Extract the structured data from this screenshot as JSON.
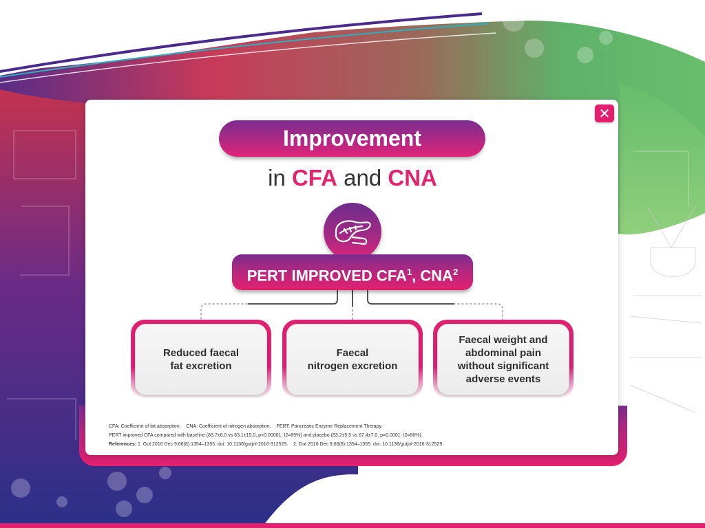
{
  "header": {
    "title": "Improvement",
    "subtitle_prefix": "in ",
    "subtitle_term1": "CFA",
    "subtitle_mid": " and ",
    "subtitle_term2": "CNA"
  },
  "close_button": {
    "label": "✕"
  },
  "main": {
    "icon": "pancreas-icon",
    "banner_text": "PERT IMPROVED CFA",
    "banner_sup1": "1",
    "banner_sep": ", CNA",
    "banner_sup2": "2",
    "outcomes": [
      {
        "line1": "Reduced faecal",
        "line2": "fat excretion"
      },
      {
        "line1": "Faecal",
        "line2": "nitrogen excretion"
      },
      {
        "line1": "Faecal weight and",
        "line2": "abdominal pain",
        "line3": "without significant",
        "line4": "adverse events"
      }
    ]
  },
  "footnotes": {
    "abbreviations": "CFA: Coefficient of fat absorption.    CNA: Coefficient of nitrogen absorption.    PERT: Pancreatic Enzyme Replacement Therapy.",
    "stat": "PERT improved CFA compared with baseline (83.7±6.0 vs 63.1±15.0, p<0.00001; I2=89%) and placebo (83.2±5.5 vs 67.4±7.0, p=0.0001; I2=86%).",
    "references_label": "References:",
    "references_text": " 1. Gut 2016 Dec 9;66(8):1354–1355. doi: 10.1136/gutjnl-2016-312529.    2. Gut 2016 Dec 9;66(8):1354–1355. doi: 10.1136/gutjnl-2016-312529."
  },
  "colors": {
    "accent": "#e3206f",
    "purple": "#7b2c8f",
    "green": "#6cbf68",
    "navy": "#2b2f7e"
  }
}
